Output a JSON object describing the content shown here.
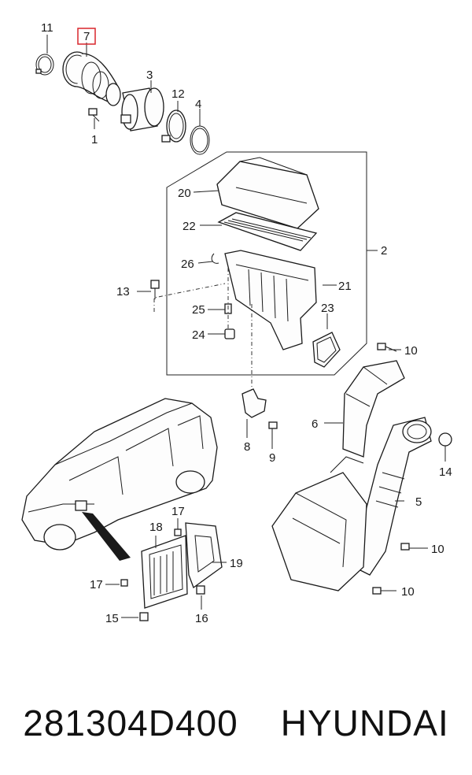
{
  "labels": {
    "c1": "1",
    "c2": "2",
    "c3": "3",
    "c4": "4",
    "c5": "5",
    "c6": "6",
    "c7": "7",
    "c8": "8",
    "c9": "9",
    "c10a": "10",
    "c10b": "10",
    "c10c": "10",
    "c11": "11",
    "c12": "12",
    "c13": "13",
    "c14": "14",
    "c15": "15",
    "c16": "16",
    "c17a": "17",
    "c17b": "17",
    "c18": "18",
    "c19": "19",
    "c20": "20",
    "c21": "21",
    "c22": "22",
    "c23": "23",
    "c24": "24",
    "c25": "25",
    "c26": "26"
  },
  "highlight_color": "#d9262c",
  "caption": {
    "part_number": "281304D400",
    "brand": "HYUNDAI"
  }
}
